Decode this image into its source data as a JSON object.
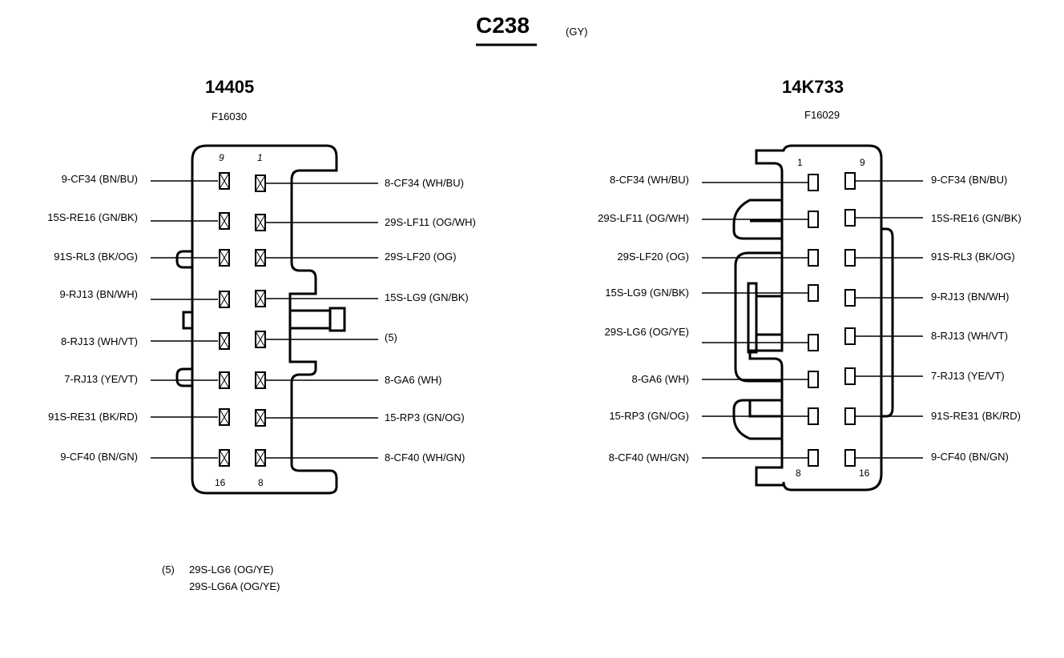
{
  "connector": {
    "name": "C238",
    "color_code": "(GY)"
  },
  "left": {
    "part": "14405",
    "code": "F16030",
    "pin_top_left": "9",
    "pin_top_right": "1",
    "pin_bottom_left": "16",
    "pin_bottom_right": "8",
    "left_labels": [
      "9-CF34 (BN/BU)",
      "15S-RE16 (GN/BK)",
      "91S-RL3 (BK/OG)",
      "9-RJ13 (BN/WH)",
      "8-RJ13 (WH/VT)",
      "7-RJ13 (YE/VT)",
      "91S-RE31 (BK/RD)",
      "9-CF40 (BN/GN)"
    ],
    "right_labels": [
      "8-CF34 (WH/BU)",
      "29S-LF11 (OG/WH)",
      "29S-LF20 (OG)",
      "15S-LG9 (GN/BK)",
      "(5)",
      "8-GA6 (WH)",
      "15-RP3 (GN/OG)",
      "8-CF40 (WH/GN)"
    ]
  },
  "right": {
    "part": "14K733",
    "code": "F16029",
    "pin_top_left": "1",
    "pin_top_right": "9",
    "pin_bottom_left": "8",
    "pin_bottom_right": "16",
    "left_labels": [
      "8-CF34 (WH/BU)",
      "29S-LF11 (OG/WH)",
      "29S-LF20 (OG)",
      "15S-LG9 (GN/BK)",
      "29S-LG6 (OG/YE)",
      "8-GA6 (WH)",
      "15-RP3 (GN/OG)",
      "8-CF40 (WH/GN)"
    ],
    "right_labels": [
      "9-CF34 (BN/BU)",
      "15S-RE16 (GN/BK)",
      "91S-RL3 (BK/OG)",
      "9-RJ13 (BN/WH)",
      "8-RJ13 (WH/VT)",
      "7-RJ13 (YE/VT)",
      "91S-RE31 (BK/RD)",
      "9-CF40 (BN/GN)"
    ]
  },
  "footnote": {
    "mark": "(5)",
    "line1": "29S-LG6 (OG/YE)",
    "line2": "29S-LG6A (OG/YE)"
  }
}
